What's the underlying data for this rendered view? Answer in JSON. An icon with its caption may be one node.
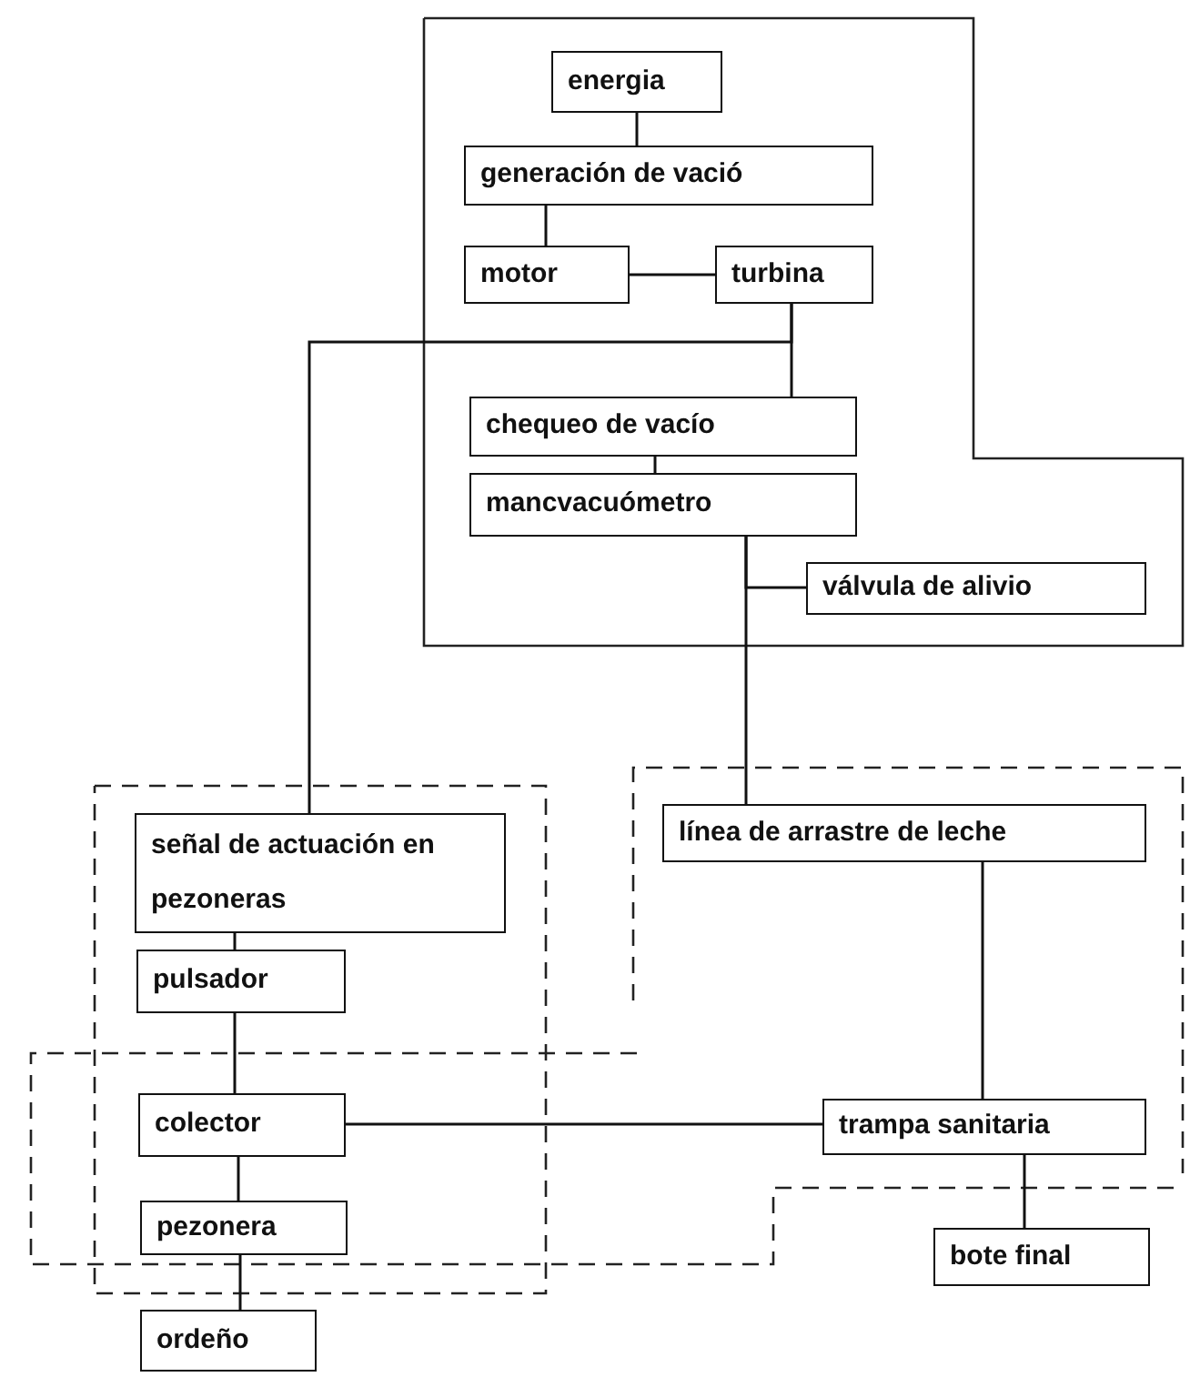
{
  "diagram": {
    "nodes": [
      {
        "text": [
          "energia"
        ]
      },
      {
        "text": [
          "generación de vació"
        ]
      },
      {
        "text": [
          "motor"
        ]
      },
      {
        "text": [
          "turbina"
        ]
      },
      {
        "text": [
          "chequeo de vacío"
        ]
      },
      {
        "text": [
          "mancvacuómetro"
        ]
      },
      {
        "text": [
          "válvula de alivio"
        ]
      },
      {
        "text": [
          "señal de actuación en pezoneras"
        ]
      },
      {
        "text": [
          "pulsador"
        ]
      },
      {
        "text": [
          "colector"
        ]
      },
      {
        "text": [
          "pezonera"
        ]
      },
      {
        "text": [
          "ordeño"
        ]
      },
      {
        "text": [
          "línea de arrastre de leche"
        ]
      },
      {
        "text": [
          "trampa sanitaria"
        ]
      },
      {
        "text": [
          "bote final"
        ]
      }
    ],
    "edges": [
      {
        "from": 0,
        "to": 1,
        "arrow": "none"
      },
      {
        "from": 1,
        "to": 2,
        "arrow": "none"
      },
      {
        "from": 2,
        "to": 3,
        "arrow": "none"
      },
      {
        "from": 3,
        "to": 4,
        "arrow": "none"
      },
      {
        "from": 3,
        "to": 7,
        "arrow": "none"
      },
      {
        "from": 4,
        "to": 5,
        "arrow": "none"
      },
      {
        "from": 5,
        "to": 6,
        "arrow": "none"
      },
      {
        "from": 5,
        "to": 12,
        "arrow": "none"
      },
      {
        "from": 7,
        "to": 8,
        "arrow": "none"
      },
      {
        "from": 8,
        "to": 9,
        "arrow": "none"
      },
      {
        "from": 9,
        "to": 10,
        "arrow": "none"
      },
      {
        "from": 10,
        "to": 11,
        "arrow": "none"
      },
      {
        "from": 12,
        "to": 13,
        "arrow": "none"
      },
      {
        "from": 9,
        "to": 13,
        "arrow": "none"
      },
      {
        "from": 13,
        "to": 14,
        "arrow": "none"
      }
    ]
  }
}
